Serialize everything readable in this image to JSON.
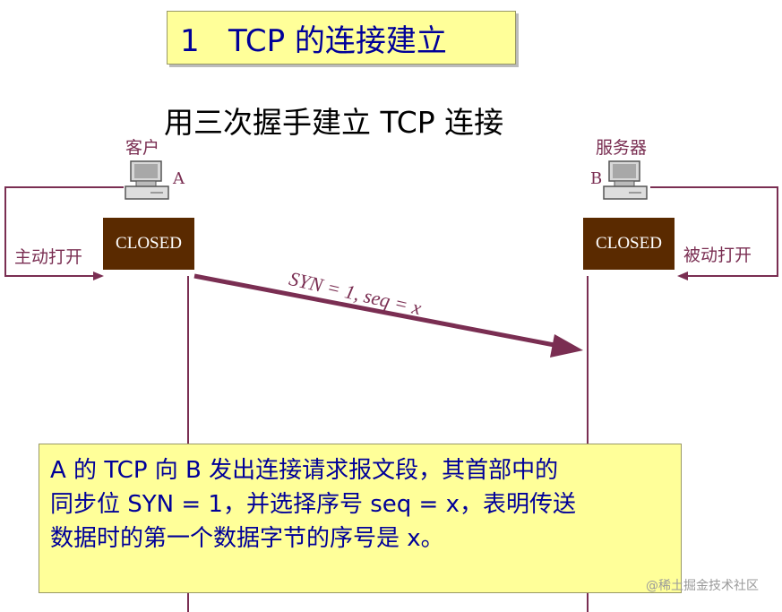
{
  "title": "1   TCP 的连接建立",
  "subtitle": "用三次握手建立 TCP 连接",
  "client": {
    "role": "客户",
    "letter": "A",
    "state": "CLOSED",
    "open_label": "主动打开"
  },
  "server": {
    "role": "服务器",
    "letter": "B",
    "state": "CLOSED",
    "open_label": "被动打开"
  },
  "message": "SYN = 1, seq = x",
  "note": {
    "lines": [
      "A 的 TCP 向 B 发出连接请求报文段，其首部中的",
      "同步位 SYN = 1，并选择序号 seq = x，表明传送",
      "数据时的第一个数据字节的序号是 x。"
    ]
  },
  "watermark": "@稀土掘金技术社区",
  "colors": {
    "accent": "#7a2e52",
    "title_bg": "#ffff99",
    "title_text": "#000099",
    "state_bg": "#5a2a00"
  }
}
